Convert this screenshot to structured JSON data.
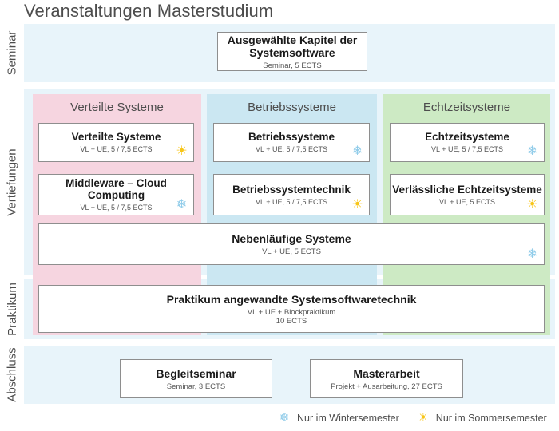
{
  "title": "Veranstaltungen Masterstudium",
  "row_labels": {
    "seminar": "Seminar",
    "vertiefungen": "Vertiefungen",
    "praktikum": "Praktikum",
    "abschluss": "Abschluss"
  },
  "colors": {
    "band": "#e8f4fa",
    "track_verteilte": "#f6d5e0",
    "track_betriebs": "#cbe7f2",
    "track_echtzeit": "#cdeac4",
    "winter": "#8ecbe9",
    "summer": "#f7c518",
    "card_border": "#8e8e8e"
  },
  "seminar": {
    "card": {
      "title": "Ausgewählte Kapitel der Systemsoftware",
      "subtitle": "Seminar, 5 ECTS",
      "season": ""
    }
  },
  "tracks": [
    {
      "name": "Verteilte Systeme",
      "courses": [
        {
          "title": "Verteilte Systeme",
          "subtitle": "VL + UE, 5 / 7,5 ECTS",
          "season": "summer",
          "season_icon": "sun-icon"
        },
        {
          "title": "Middleware – Cloud Computing",
          "subtitle": "VL + UE, 5 / 7,5 ECTS",
          "season": "winter",
          "season_icon": "snowflake-icon"
        }
      ]
    },
    {
      "name": "Betriebssysteme",
      "courses": [
        {
          "title": "Betriebssysteme",
          "subtitle": "VL + UE, 5 / 7,5 ECTS",
          "season": "winter",
          "season_icon": "snowflake-icon"
        },
        {
          "title": "Betriebssystemtechnik",
          "subtitle": "VL + UE, 5 / 7,5 ECTS",
          "season": "summer",
          "season_icon": "sun-icon"
        }
      ]
    },
    {
      "name": "Echtzeitsysteme",
      "courses": [
        {
          "title": "Echtzeitsysteme",
          "subtitle": "VL + UE, 5 / 7,5 ECTS",
          "season": "winter",
          "season_icon": "snowflake-icon"
        },
        {
          "title": "Verlässliche Echtzeitsysteme",
          "subtitle": "VL + UE, 5 ECTS",
          "season": "summer",
          "season_icon": "sun-icon"
        }
      ]
    }
  ],
  "wide_courses": {
    "nebenlaeufige": {
      "title": "Nebenläufige Systeme",
      "subtitle": "VL + UE, 5 ECTS",
      "season": "winter",
      "season_icon": "snowflake-icon"
    },
    "praktikum": {
      "title": "Praktikum angewandte Systemsoftwaretechnik",
      "subtitle_line1": "VL + UE + Blockpraktikum",
      "subtitle_line2": "10 ECTS"
    }
  },
  "abschluss": {
    "cards": [
      {
        "title": "Begleitseminar",
        "subtitle": "Seminar, 3 ECTS"
      },
      {
        "title": "Masterarbeit",
        "subtitle": "Projekt + Ausarbeitung, 27 ECTS"
      }
    ]
  },
  "legend": {
    "winter": {
      "icon": "snowflake-icon",
      "label": "Nur im Wintersemester",
      "glyph": "❄"
    },
    "summer": {
      "icon": "sun-icon",
      "label": "Nur im Sommersemester",
      "glyph": "☀"
    }
  },
  "glyphs": {
    "snowflake": "❄",
    "sun": "☀"
  }
}
